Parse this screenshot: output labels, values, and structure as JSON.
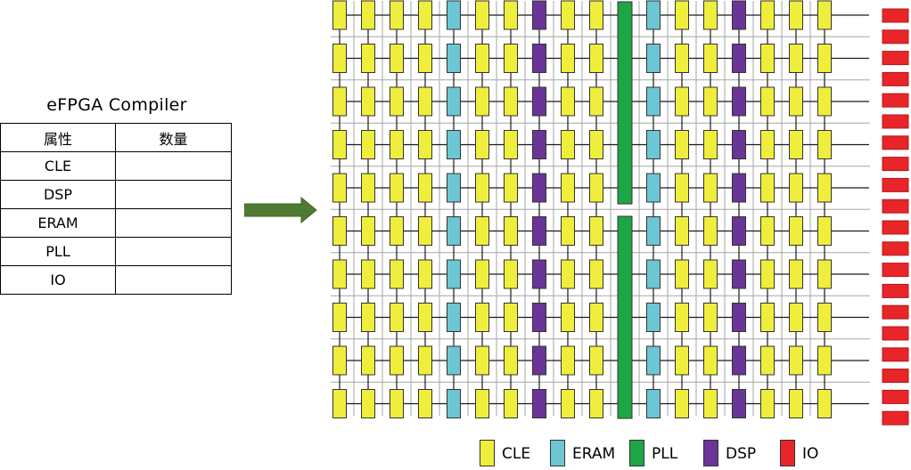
{
  "compiler": {
    "title": "eFPGA Compiler",
    "table": {
      "headers": [
        "属性",
        "数量"
      ],
      "rows": [
        {
          "attr": "CLE",
          "count": ""
        },
        {
          "attr": "DSP",
          "count": ""
        },
        {
          "attr": "ERAM",
          "count": ""
        },
        {
          "attr": "PLL",
          "count": ""
        },
        {
          "attr": "IO",
          "count": ""
        }
      ]
    }
  },
  "arrow": {
    "color": "#4f7a32"
  },
  "fabric": {
    "rows": 10,
    "columns": [
      "CLE",
      "CLE",
      "CLE",
      "CLE",
      "ERAM",
      "CLE",
      "CLE",
      "DSP",
      "CLE",
      "CLE",
      "PLL",
      "ERAM",
      "CLE",
      "CLE",
      "DSP",
      "CLE",
      "CLE",
      "CLE"
    ],
    "io_pads": 20,
    "pll_blocks": 2
  },
  "legend": [
    {
      "type": "CLE",
      "label": "CLE",
      "color": "#f0ee3c"
    },
    {
      "type": "ERAM",
      "label": "ERAM",
      "color": "#6cc6d4"
    },
    {
      "type": "PLL",
      "label": "PLL",
      "color": "#1ea646"
    },
    {
      "type": "DSP",
      "label": "DSP",
      "color": "#6a3596"
    },
    {
      "type": "IO",
      "label": "IO",
      "color": "#e8262a"
    }
  ]
}
